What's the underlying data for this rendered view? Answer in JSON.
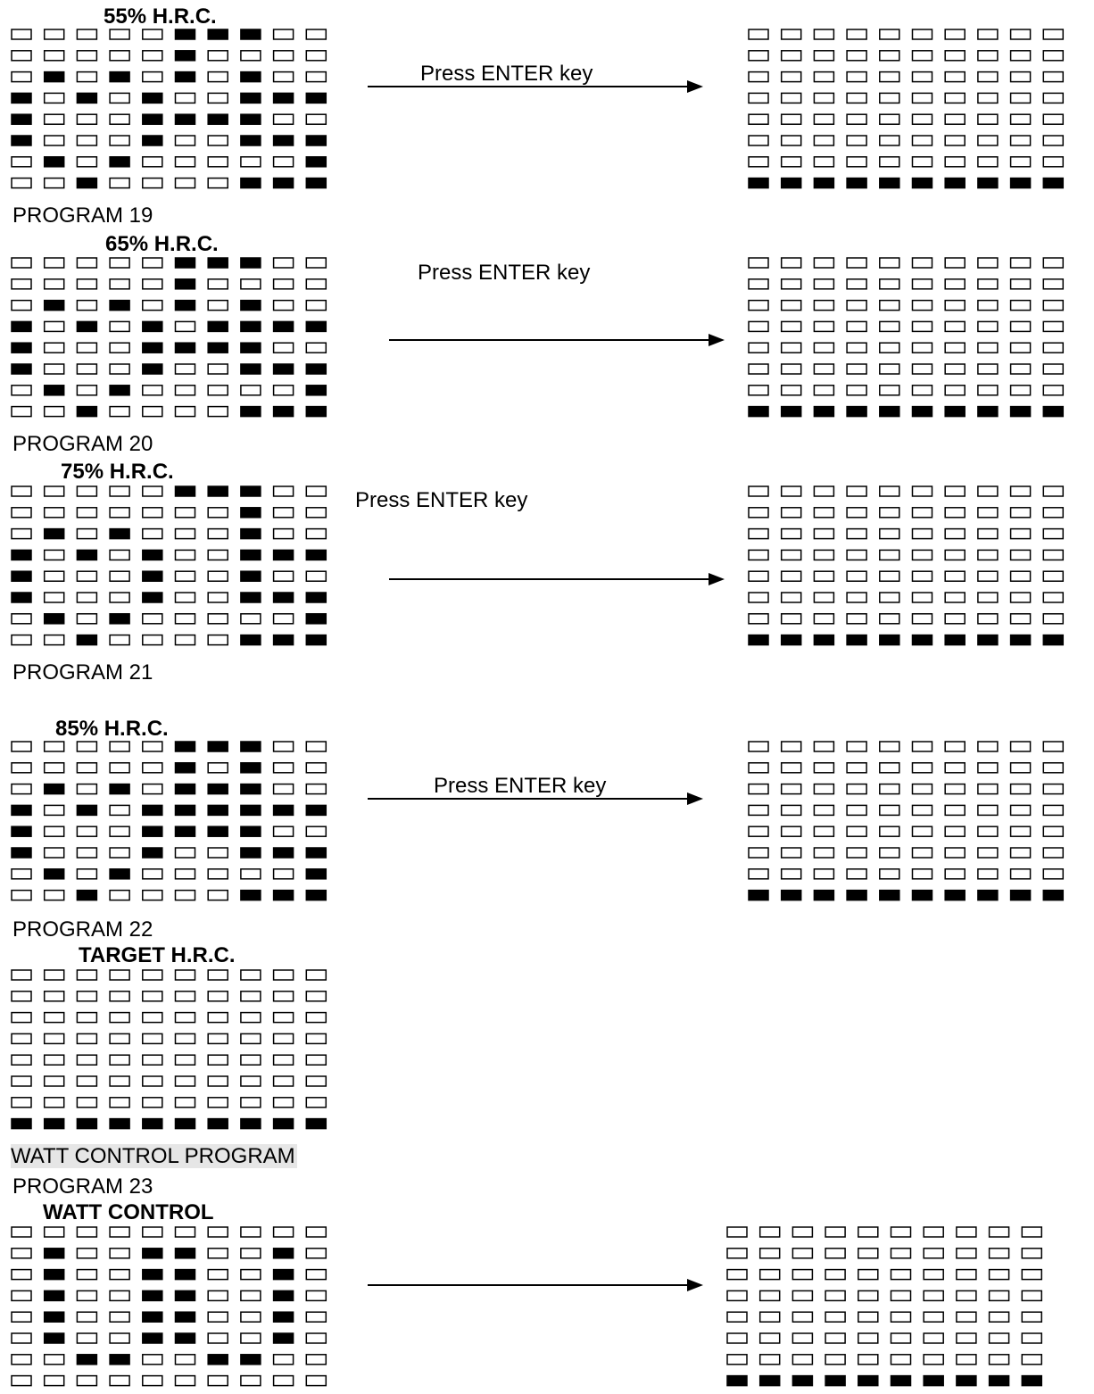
{
  "panels": [
    {
      "title": "55% H.R.C.",
      "program_label": "PROGRAM 19",
      "press_label": "Press ENTER key",
      "left_grid": [
        "0000011100",
        "0000010000",
        "0101010100",
        "1010100111",
        "1000111100",
        "1000100111",
        "0101000001",
        "0010000111"
      ],
      "right_grid_bottom_row_filled": true
    },
    {
      "title": "65% H.R.C.",
      "program_label": "PROGRAM 20",
      "press_label": "Press ENTER key",
      "left_grid": [
        "0000011100",
        "0000010000",
        "0101010100",
        "1010101111",
        "1000111100",
        "1000100111",
        "0101000001",
        "0010000111"
      ],
      "right_grid_bottom_row_filled": true
    },
    {
      "title": "75% H.R.C.",
      "program_label": "PROGRAM 21",
      "press_label": "Press ENTER key",
      "left_grid": [
        "0000011100",
        "0000000100",
        "0101000100",
        "1010100111",
        "1000100100",
        "1000100111",
        "0101000001",
        "0010000111"
      ],
      "right_grid_bottom_row_filled": true
    },
    {
      "title": "85% H.R.C.",
      "program_label": "PROGRAM 22",
      "press_label": "Press ENTER key",
      "left_grid": [
        "0000011100",
        "0000010100",
        "0101011100",
        "1010111111",
        "1000111100",
        "1000100111",
        "0101000001",
        "0010000111"
      ],
      "right_grid_bottom_row_filled": true
    },
    {
      "title": "TARGET H.R.C.",
      "left_grid": [
        "0000000000",
        "0000000000",
        "0000000000",
        "0000000000",
        "0000000000",
        "0000000000",
        "0000000000",
        "1111111111"
      ]
    },
    {
      "section_label": "WATT CONTROL PROGRAM",
      "program_label": "PROGRAM 23",
      "title": "WATT CONTROL",
      "left_grid": [
        "0000000000",
        "0100110010",
        "0100110010",
        "0100110010",
        "0100110010",
        "0100110010",
        "0011001100",
        "0000000000"
      ],
      "right_grid_bottom_row_filled": true
    }
  ],
  "colors": {
    "cell_border": "#000000",
    "cell_filled": "#000000",
    "cell_empty": "#ffffff",
    "section_highlight": "#e6e6e6"
  }
}
